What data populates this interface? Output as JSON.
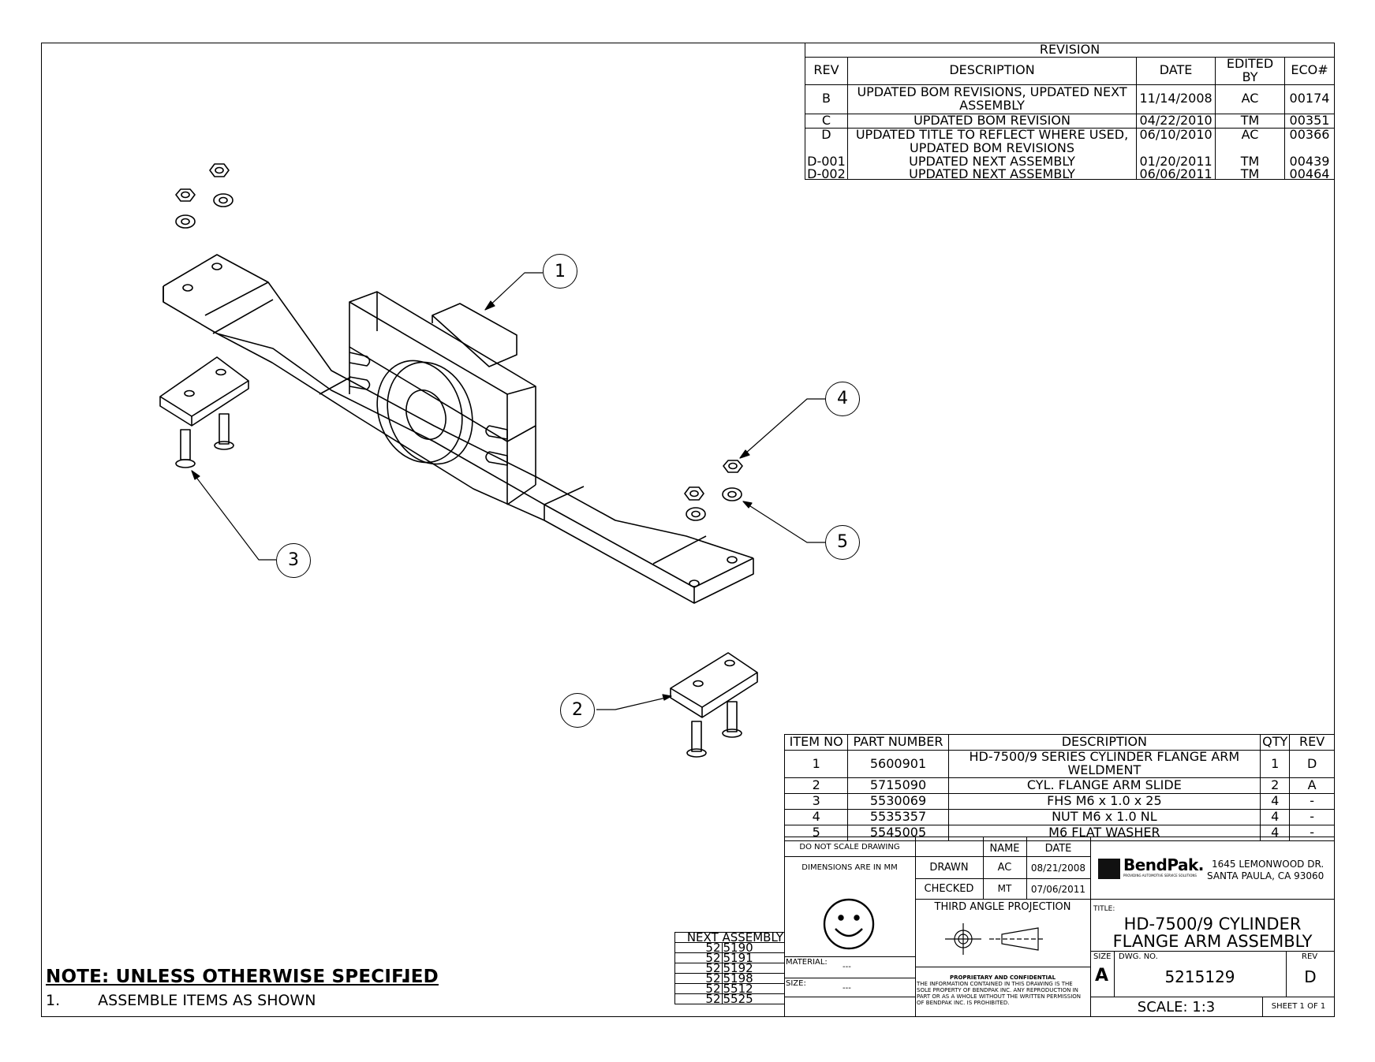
{
  "revision": {
    "title": "REVISION",
    "headers": [
      "REV",
      "DESCRIPTION",
      "DATE",
      "EDITED BY",
      "ECO#"
    ],
    "rows": [
      {
        "rev": "B",
        "description": "UPDATED BOM REVISIONS, UPDATED NEXT ASSEMBLY",
        "date": "11/14/2008",
        "edited_by": "AC",
        "eco": "00174"
      },
      {
        "rev": "C",
        "description": "UPDATED BOM REVISION",
        "date": "04/22/2010",
        "edited_by": "TM",
        "eco": "00351"
      },
      {
        "rev": "D",
        "description": "UPDATED TITLE TO REFLECT WHERE USED, UPDATED BOM REVISIONS",
        "date": "06/10/2010",
        "edited_by": "AC",
        "eco": "00366"
      },
      {
        "rev": "D-001",
        "description": "UPDATED NEXT ASSEMBLY",
        "date": "01/20/2011",
        "edited_by": "TM",
        "eco": "00439"
      },
      {
        "rev": "D-002",
        "description": "UPDATED NEXT ASSEMBLY",
        "date": "06/06/2011",
        "edited_by": "TM",
        "eco": "00464"
      }
    ]
  },
  "balloons": [
    "1",
    "2",
    "3",
    "4",
    "5"
  ],
  "bom": {
    "headers": [
      "ITEM NO",
      "PART NUMBER",
      "DESCRIPTION",
      "QTY",
      "REV"
    ],
    "rows": [
      {
        "item": "1",
        "part": "5600901",
        "description": "HD-7500/9 SERIES CYLINDER FLANGE ARM WELDMENT",
        "qty": "1",
        "rev": "D"
      },
      {
        "item": "2",
        "part": "5715090",
        "description": "CYL. FLANGE ARM SLIDE",
        "qty": "2",
        "rev": "A"
      },
      {
        "item": "3",
        "part": "5530069",
        "description": "FHS M6 x 1.0 x 25",
        "qty": "4",
        "rev": "-"
      },
      {
        "item": "4",
        "part": "5535357",
        "description": "NUT M6 x 1.0 NL",
        "qty": "4",
        "rev": "-"
      },
      {
        "item": "5",
        "part": "5545005",
        "description": "M6 FLAT WASHER",
        "qty": "4",
        "rev": "-"
      }
    ]
  },
  "next_assembly": {
    "header": "NEXT ASSEMBLY",
    "rows": [
      [
        "52",
        "5190"
      ],
      [
        "52",
        "5191"
      ],
      [
        "52",
        "5192"
      ],
      [
        "52",
        "5198"
      ],
      [
        "52",
        "5512"
      ],
      [
        "52",
        "5525"
      ]
    ]
  },
  "notes": {
    "title": "NOTE: UNLESS OTHERWISE SPECIFIED",
    "items": [
      {
        "num": "1.",
        "text": "ASSEMBLE ITEMS AS SHOWN"
      }
    ]
  },
  "title_block": {
    "do_not_scale": "DO NOT SCALE DRAWING",
    "dimensions": "DIMENSIONS ARE IN MM",
    "name_label": "NAME",
    "date_label": "DATE",
    "drawn_label": "DRAWN",
    "drawn_name": "AC",
    "drawn_date": "08/21/2008",
    "checked_label": "CHECKED",
    "checked_name": "MT",
    "checked_date": "07/06/2011",
    "projection": "THIRD ANGLE PROJECTION",
    "material_label": "MATERIAL:",
    "material_value": "---",
    "size_label_small": "SIZE:",
    "size_value_small": "---",
    "company_logo_text": "BendPak.",
    "company_tagline": "PROVIDING AUTOMOTIVE SERVICE SOLUTIONS",
    "address_line1": "1645 LEMONWOOD DR.",
    "address_line2": "SANTA PAULA, CA 93060",
    "title_label": "TITLE:",
    "title_line1": "HD-7500/9 CYLINDER",
    "title_line2": "FLANGE ARM ASSEMBLY",
    "size_label": "SIZE",
    "size": "A",
    "dwg_no_label": "DWG.  NO.",
    "dwg_no": "5215129",
    "rev_label": "REV",
    "rev": "D",
    "scale": "SCALE: 1:3",
    "sheet": "SHEET 1 OF 1",
    "confidential_title": "PROPRIETARY AND CONFIDENTIAL",
    "confidential_text": "THE INFORMATION CONTAINED IN THIS DRAWING IS THE SOLE PROPERTY OF BENDPAK INC. ANY REPRODUCTION IN PART OR AS A WHOLE WITHOUT THE WRITTEN PERMISSION OF BENDPAK INC. IS PROHIBITED."
  }
}
